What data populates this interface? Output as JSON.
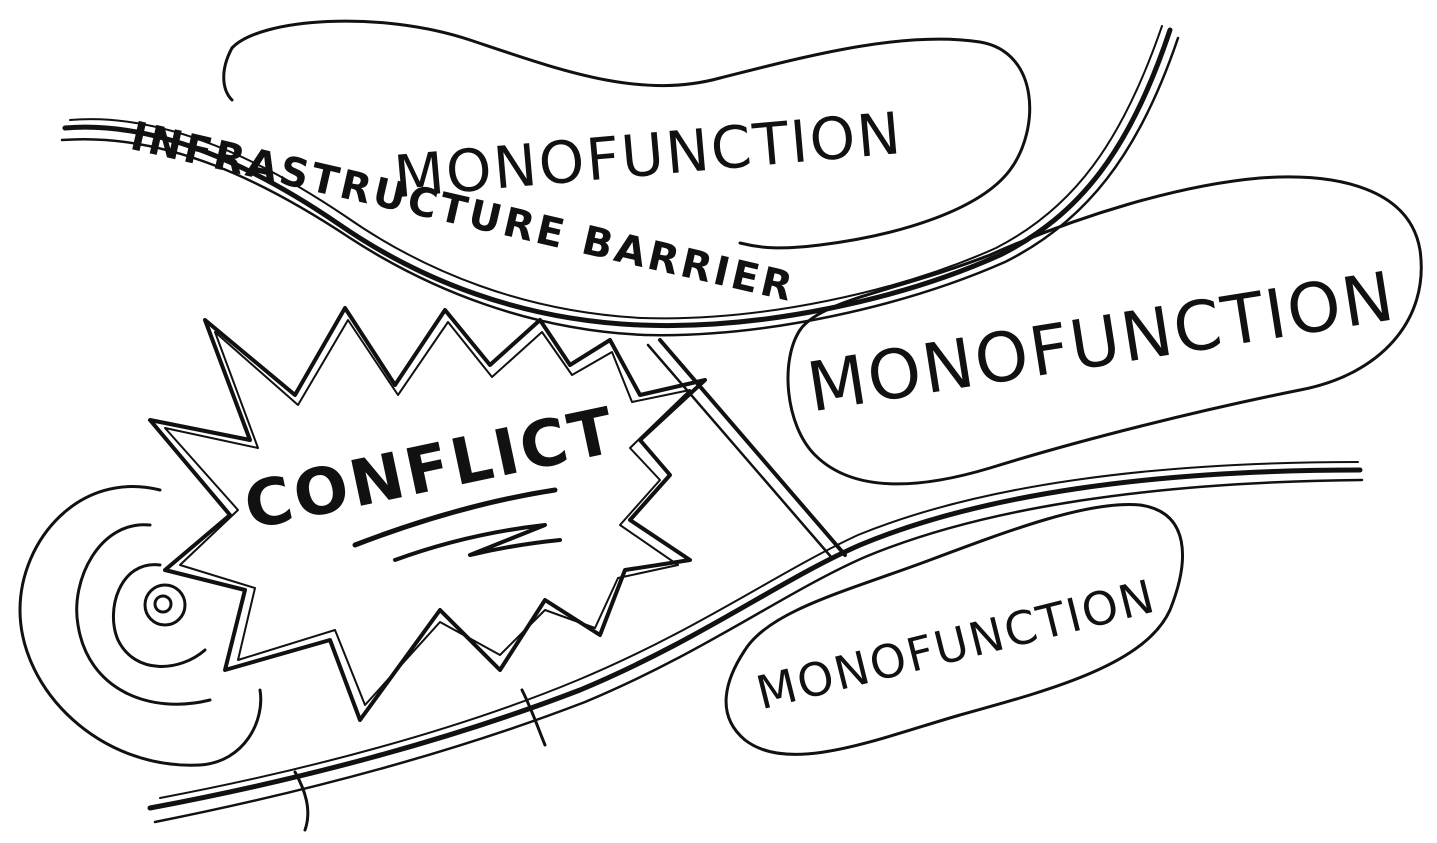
{
  "diagram": {
    "labels": {
      "zone_top": "MONOFUNCTION",
      "zone_middle": "MONOFUNCTION",
      "zone_bottom": "MONOFUNCTION",
      "barrier": "INFRASTRUCTURE BARRIER",
      "conflict": "CONFLICT"
    },
    "colors": {
      "ink": "#111111",
      "paper": "#ffffff"
    }
  }
}
